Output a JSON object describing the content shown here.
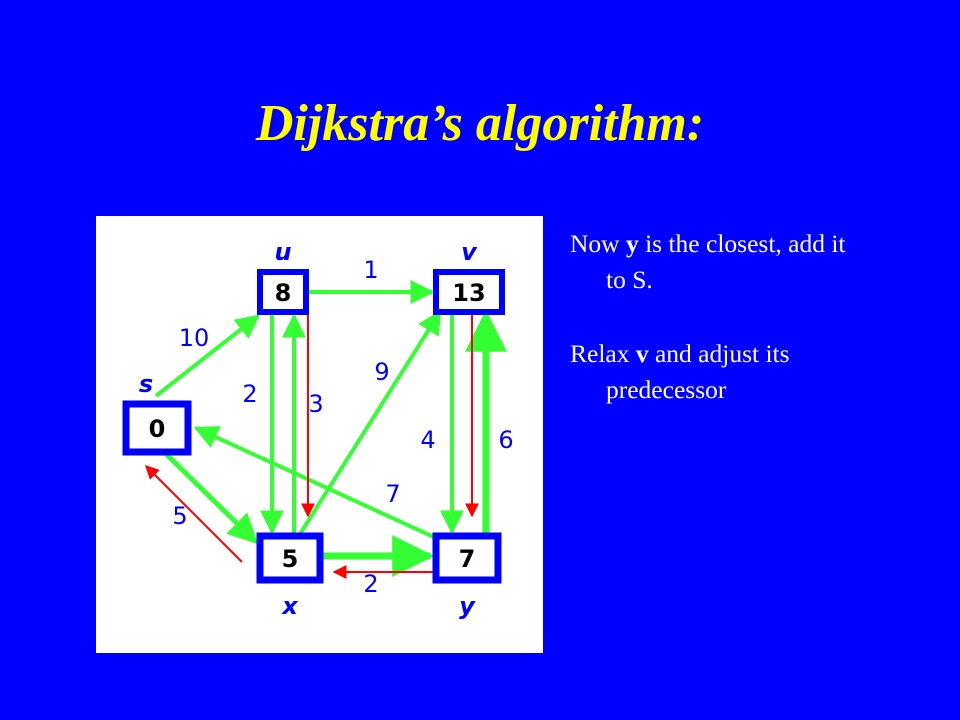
{
  "slide": {
    "title": "Dijkstra’s algorithm:",
    "bullets": [
      {
        "before": "Now ",
        "bold": "y",
        "after": " is the closest, add it to S."
      },
      {
        "before": "Relax ",
        "bold": "v",
        "after": " and adjust its predecessor"
      }
    ]
  },
  "colors": {
    "background": "#0000ff",
    "title": "#ffff00",
    "text": "#ffffff",
    "node_border": "#0000ff",
    "edge": "#33ff33",
    "predecessor": "#ff0000"
  },
  "graph": {
    "nodes": [
      {
        "id": "s",
        "label": "s",
        "distance": "0"
      },
      {
        "id": "u",
        "label": "u",
        "distance": "8"
      },
      {
        "id": "v",
        "label": "v",
        "distance": "13"
      },
      {
        "id": "x",
        "label": "x",
        "distance": "5"
      },
      {
        "id": "y",
        "label": "y",
        "distance": "7"
      }
    ],
    "edges": [
      {
        "from": "s",
        "to": "u",
        "weight": "10"
      },
      {
        "from": "s",
        "to": "x",
        "weight": "5"
      },
      {
        "from": "u",
        "to": "v",
        "weight": "1"
      },
      {
        "from": "u",
        "to": "x",
        "weight": "2"
      },
      {
        "from": "x",
        "to": "u",
        "weight": "3"
      },
      {
        "from": "x",
        "to": "v",
        "weight": "9"
      },
      {
        "from": "x",
        "to": "y",
        "weight": "2"
      },
      {
        "from": "y",
        "to": "s",
        "weight": "7"
      },
      {
        "from": "v",
        "to": "y",
        "weight": "4"
      },
      {
        "from": "y",
        "to": "v",
        "weight": "6"
      }
    ],
    "predecessor_arrows": [
      {
        "from": "x",
        "to": "s"
      },
      {
        "from": "u",
        "to": "x"
      },
      {
        "from": "y",
        "to": "x"
      },
      {
        "from": "v",
        "to": "y"
      }
    ]
  }
}
